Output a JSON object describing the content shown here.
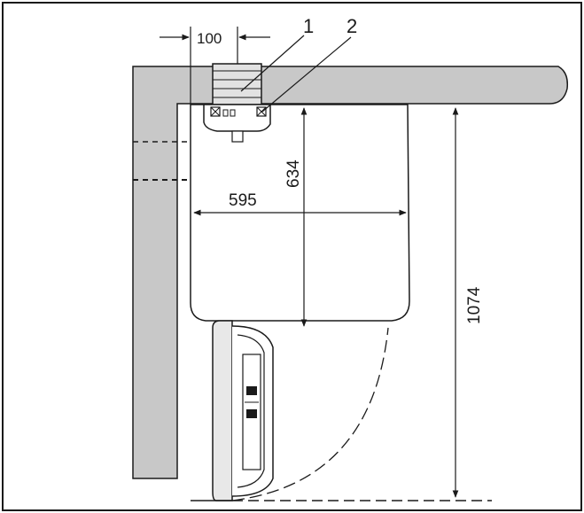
{
  "diagram": {
    "dimensions": {
      "connection_offset": "100",
      "appliance_width": "595",
      "appliance_depth": "634",
      "overall_height": "1074"
    },
    "callouts": {
      "item_1": "1",
      "item_2": "2"
    },
    "colors": {
      "frame": "#1a1a1a",
      "wall": "#c8c8c8",
      "appliance": "#ffffff",
      "line": "#1a1a1a"
    }
  }
}
